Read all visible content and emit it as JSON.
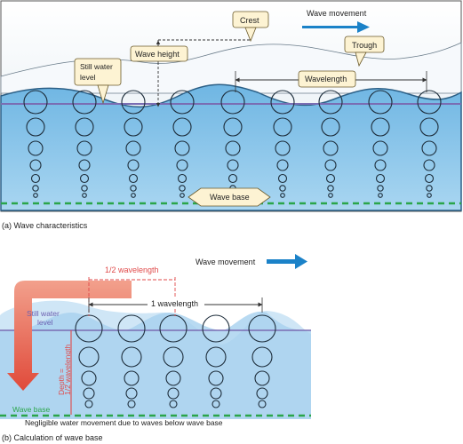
{
  "panel_a": {
    "caption": "(a) Wave characteristics",
    "wave_movement": "Wave movement",
    "crest": "Crest",
    "trough": "Trough",
    "wave_height": "Wave height",
    "still_water_level": [
      "Still water",
      "level"
    ],
    "wavelength": "Wavelength",
    "wave_base": "Wave base"
  },
  "panel_b": {
    "caption": "(b) Calculation of wave base",
    "wave_movement": "Wave movement",
    "half_wavelength": "1/2 wavelength",
    "one_wavelength": "1 wavelength",
    "still_water_level": [
      "Still water",
      "level"
    ],
    "depth_label": [
      "Depth =",
      "1/2 wavelength"
    ],
    "wave_base": "Wave base",
    "negligible_note": "Negligible water movement due to waves below wave base"
  },
  "colors": {
    "water": "#8ec8ea",
    "water_light": "#d8ecf8",
    "still_water_line": "#7a6db3",
    "wave_base_line": "#2aa54a",
    "arrow_blue": "#1b82c8",
    "red_measure": "#e04a4a",
    "callout_fill": "#fdf3d3"
  }
}
